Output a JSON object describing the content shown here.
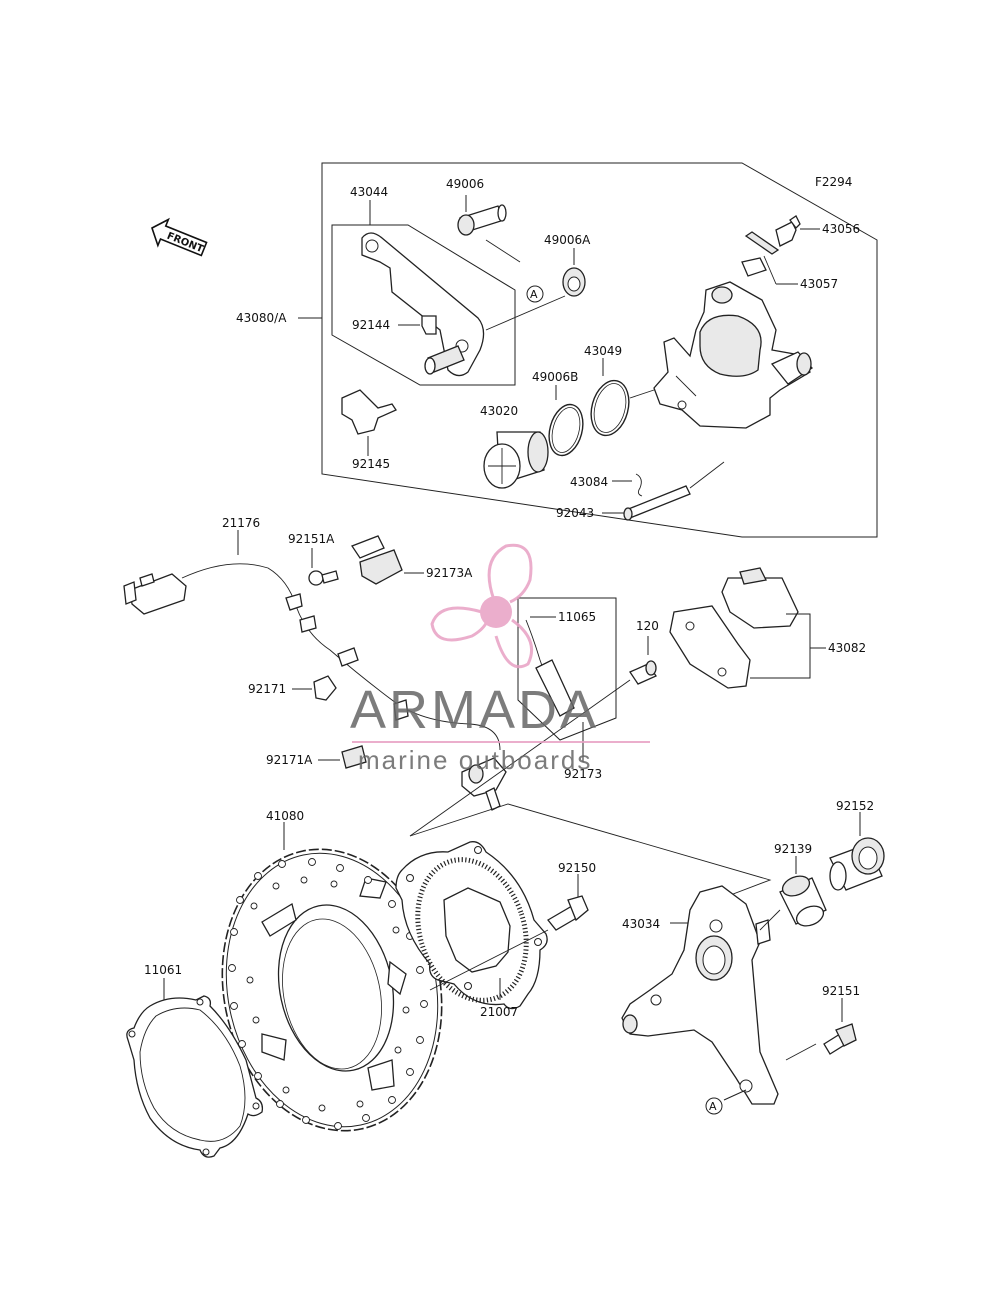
{
  "figure_code": "F2294",
  "front_label": "FRONT",
  "ref_marker": "A",
  "watermark": {
    "brand": "ARMADA",
    "tagline": "marine outboards",
    "accent_color": "#e8a0c4",
    "text_color": "#666666"
  },
  "labels": {
    "p43044": "43044",
    "p49006": "49006",
    "p49006A": "49006A",
    "p43056": "43056",
    "p43057": "43057",
    "p43080A": "43080/A",
    "p92144": "92144",
    "p43049": "43049",
    "p49006B": "49006B",
    "p43020": "43020",
    "p92145": "92145",
    "p43084": "43084",
    "p92043": "92043",
    "p21176": "21176",
    "p92151A": "92151A",
    "p92173A": "92173A",
    "p11065": "11065",
    "p120": "120",
    "p43082": "43082",
    "p92171": "92171",
    "p92171A": "92171A",
    "p92173": "92173",
    "p41080": "41080",
    "p92152": "92152",
    "p92139": "92139",
    "p92150": "92150",
    "p43034": "43034",
    "p11061": "11061",
    "p21007": "21007",
    "p92151": "92151"
  }
}
